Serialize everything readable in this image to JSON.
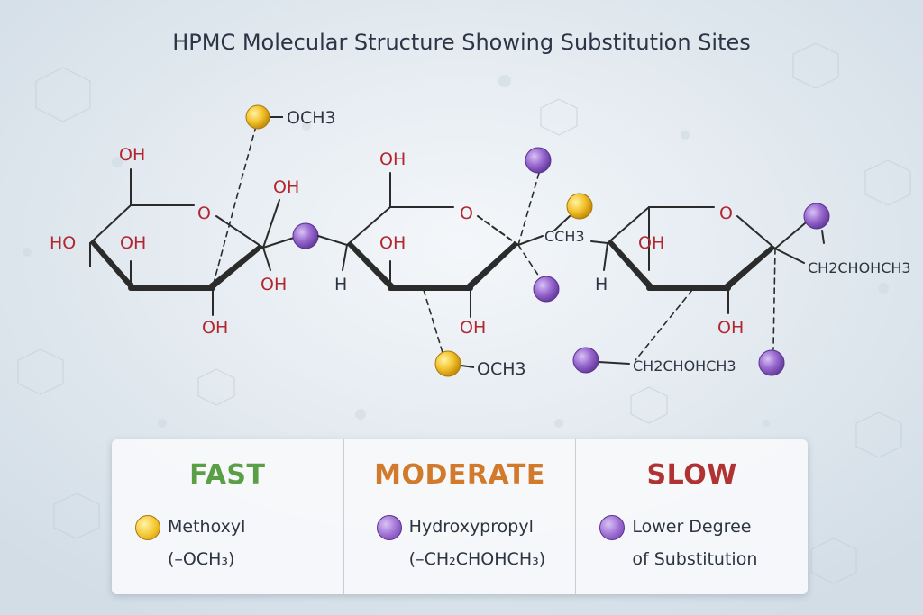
{
  "title": "HPMC Molecular Structure Showing Substitution Sites",
  "colors": {
    "bond": "#2b2b2b",
    "label_red": "#b3262f",
    "methoxyl": "#f4c430",
    "hydroxypropyl": "#9a6ad0",
    "fast": "#5a9e45",
    "moderate": "#d27a2c",
    "slow": "#b03232"
  },
  "structure": {
    "ring1": {
      "oh_top": "OH",
      "o": "O",
      "ho_left": "HO",
      "oh_inner": "OH",
      "oh_right": "OH",
      "oh_lower_right": "OH",
      "oh_bottom": "OH",
      "methoxyl": "OCH3"
    },
    "ring2": {
      "oh_top": "OH",
      "o": "O",
      "h": "H",
      "oh_inner": "OH",
      "oh_bottom": "OH",
      "methoxyl": "OCH3",
      "link": "CCH3"
    },
    "ring3": {
      "o": "O",
      "h": "H",
      "oh_inner": "OH",
      "oh_bottom": "OH",
      "right_chain": "CH2CHOHCH3",
      "bottom_chain": "CH2CHOHCH3"
    }
  },
  "legend": {
    "fast": {
      "heading": "FAST",
      "label": "Methoxyl",
      "sub": "(–OCH₃)",
      "icon": "yellow-sphere"
    },
    "moderate": {
      "heading": "MODERATE",
      "label": "Hydroxypropyl",
      "sub": "(–CH₂CHOHCH₃)",
      "icon": "purple-sphere"
    },
    "slow": {
      "heading": "SLOW",
      "label": "Lower Degree",
      "sub": "of Substitution",
      "icon": "purple-sphere"
    }
  }
}
